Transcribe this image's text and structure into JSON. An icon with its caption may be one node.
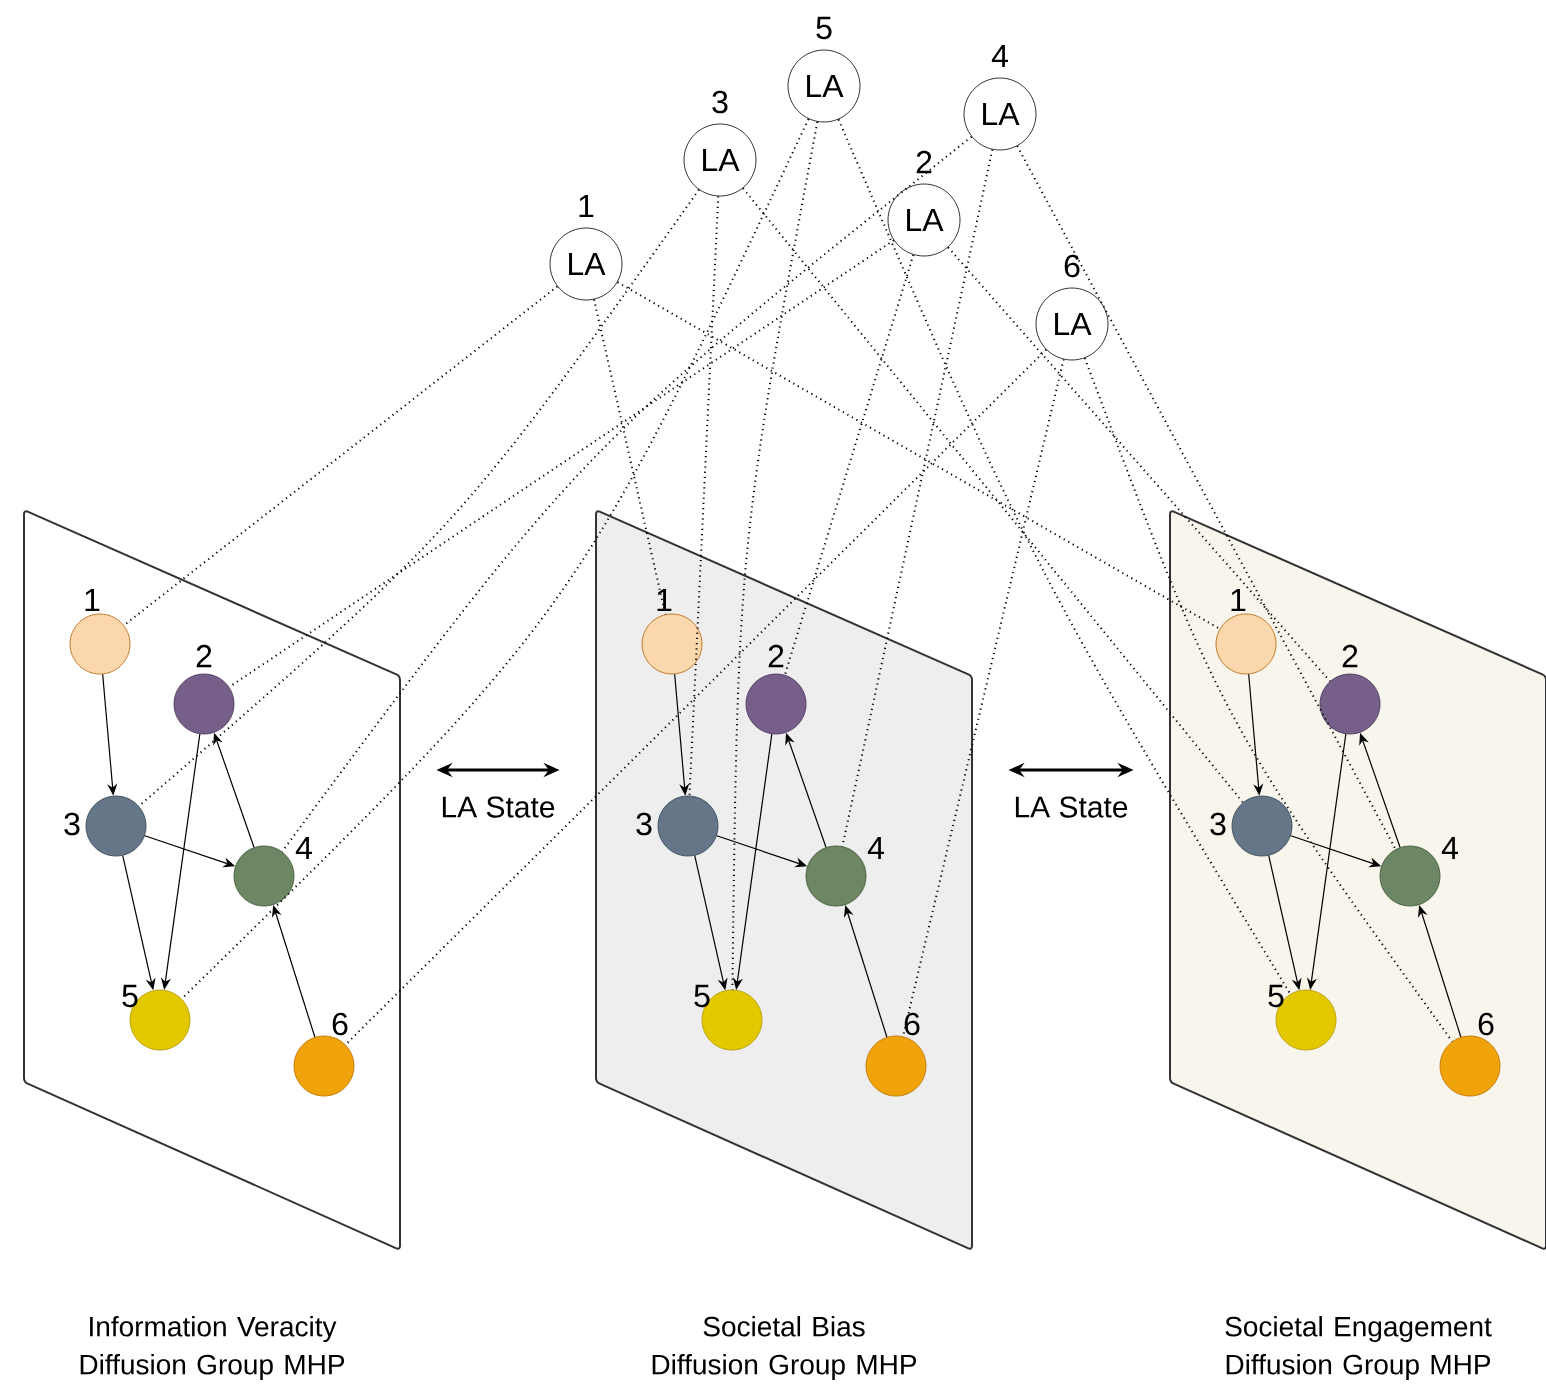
{
  "diagram": {
    "nodes": [
      {
        "text": [
          "LA"
        ],
        "beside": [
          "1"
        ]
      },
      {
        "text": [
          "LA"
        ],
        "beside": [
          "2"
        ]
      },
      {
        "text": [
          "LA"
        ],
        "beside": [
          "3"
        ]
      },
      {
        "text": [
          "LA"
        ],
        "beside": [
          "4"
        ]
      },
      {
        "text": [
          "LA"
        ],
        "beside": [
          "5"
        ]
      },
      {
        "text": [
          "LA"
        ],
        "beside": [
          "6"
        ]
      },
      {
        "text": [
          "Information Veracity Diffusion Group MHP"
        ]
      },
      {
        "text": [],
        "shape": "circle",
        "beside": [
          "1"
        ],
        "in": 6
      },
      {
        "text": [],
        "shape": "circle",
        "beside": [
          "2"
        ],
        "in": 6
      },
      {
        "text": [],
        "shape": "circle",
        "beside": [
          "3"
        ],
        "in": 6
      },
      {
        "text": [],
        "shape": "circle",
        "beside": [
          "4"
        ],
        "in": 6
      },
      {
        "text": [],
        "shape": "circle",
        "beside": [
          "5"
        ],
        "in": 6
      },
      {
        "text": [],
        "shape": "circle",
        "beside": [
          "6"
        ],
        "in": 6
      },
      {
        "text": [
          "Societal Bias Diffusion Group MHP"
        ]
      },
      {
        "text": [],
        "shape": "circle",
        "beside": [
          "1"
        ],
        "in": 13
      },
      {
        "text": [],
        "shape": "circle",
        "beside": [
          "2"
        ],
        "in": 13
      },
      {
        "text": [],
        "shape": "circle",
        "beside": [
          "3"
        ],
        "in": 13
      },
      {
        "text": [],
        "shape": "circle",
        "beside": [
          "4"
        ],
        "in": 13
      },
      {
        "text": [],
        "shape": "circle",
        "beside": [
          "5"
        ],
        "in": 13
      },
      {
        "text": [],
        "shape": "circle",
        "beside": [
          "6"
        ],
        "in": 13
      },
      {
        "text": [
          "Societal Engagement Diffusion Group MHP"
        ]
      },
      {
        "text": [],
        "shape": "circle",
        "beside": [
          "1"
        ],
        "in": 20
      },
      {
        "text": [],
        "shape": "circle",
        "beside": [
          "2"
        ],
        "in": 20
      },
      {
        "text": [],
        "shape": "circle",
        "beside": [
          "3"
        ],
        "in": 20
      },
      {
        "text": [],
        "shape": "circle",
        "beside": [
          "4"
        ],
        "in": 20
      },
      {
        "text": [],
        "shape": "circle",
        "beside": [
          "5"
        ],
        "in": 20
      },
      {
        "text": [],
        "shape": "circle",
        "beside": [
          "6"
        ],
        "in": 20
      }
    ],
    "edges": [
      {
        "from": 0,
        "to": 7,
        "arrow": "none",
        "style": "dashed"
      },
      {
        "from": 0,
        "to": 14,
        "arrow": "none",
        "style": "dashed"
      },
      {
        "from": 0,
        "to": 21,
        "arrow": "none",
        "style": "dashed"
      },
      {
        "from": 1,
        "to": 8,
        "arrow": "none",
        "style": "dashed"
      },
      {
        "from": 1,
        "to": 15,
        "arrow": "none",
        "style": "dashed"
      },
      {
        "from": 1,
        "to": 22,
        "arrow": "none",
        "style": "dashed"
      },
      {
        "from": 2,
        "to": 9,
        "arrow": "none",
        "style": "dashed"
      },
      {
        "from": 2,
        "to": 16,
        "arrow": "none",
        "style": "dashed"
      },
      {
        "from": 2,
        "to": 23,
        "arrow": "none",
        "style": "dashed"
      },
      {
        "from": 3,
        "to": 10,
        "arrow": "none",
        "style": "dashed"
      },
      {
        "from": 3,
        "to": 17,
        "arrow": "none",
        "style": "dashed"
      },
      {
        "from": 3,
        "to": 24,
        "arrow": "none",
        "style": "dashed"
      },
      {
        "from": 4,
        "to": 11,
        "arrow": "none",
        "style": "dashed"
      },
      {
        "from": 4,
        "to": 18,
        "arrow": "none",
        "style": "dashed"
      },
      {
        "from": 4,
        "to": 25,
        "arrow": "none",
        "style": "dashed"
      },
      {
        "from": 5,
        "to": 12,
        "arrow": "none",
        "style": "dashed"
      },
      {
        "from": 5,
        "to": 19,
        "arrow": "none",
        "style": "dashed"
      },
      {
        "from": 5,
        "to": 26,
        "arrow": "none",
        "style": "dashed"
      },
      {
        "from": 7,
        "to": 9,
        "arrow": "to"
      },
      {
        "from": 9,
        "to": 11,
        "arrow": "to"
      },
      {
        "from": 8,
        "to": 11,
        "arrow": "to"
      },
      {
        "from": 9,
        "to": 10,
        "arrow": "to"
      },
      {
        "from": 10,
        "to": 8,
        "arrow": "to"
      },
      {
        "from": 12,
        "to": 10,
        "arrow": "to"
      },
      {
        "from": 14,
        "to": 16,
        "arrow": "to"
      },
      {
        "from": 16,
        "to": 18,
        "arrow": "to"
      },
      {
        "from": 15,
        "to": 18,
        "arrow": "to"
      },
      {
        "from": 16,
        "to": 17,
        "arrow": "to"
      },
      {
        "from": 17,
        "to": 15,
        "arrow": "to"
      },
      {
        "from": 19,
        "to": 17,
        "arrow": "to"
      },
      {
        "from": 21,
        "to": 23,
        "arrow": "to"
      },
      {
        "from": 23,
        "to": 25,
        "arrow": "to"
      },
      {
        "from": 22,
        "to": 25,
        "arrow": "to"
      },
      {
        "from": 23,
        "to": 24,
        "arrow": "to"
      },
      {
        "from": 24,
        "to": 22,
        "arrow": "to"
      },
      {
        "from": 26,
        "to": 24,
        "arrow": "to"
      },
      {
        "from": 6,
        "to": 13,
        "arrow": "both",
        "label": "LA State"
      },
      {
        "from": 13,
        "to": 20,
        "arrow": "both",
        "label": "LA State"
      }
    ]
  }
}
